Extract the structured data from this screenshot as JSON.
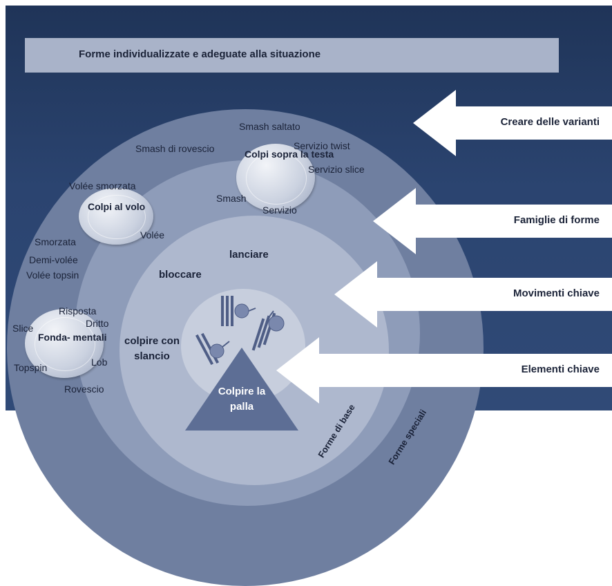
{
  "banner": {
    "text": "Forme individualizzate e adeguate alla situazione"
  },
  "arrows": [
    {
      "label": "Creare delle varianti"
    },
    {
      "label": "Famiglie di forme"
    },
    {
      "label": "Movimenti chiave"
    },
    {
      "label": "Elementi chiave"
    }
  ],
  "center": {
    "title": "Colpire la palla"
  },
  "inner_ring": {
    "lanciare": "lanciare",
    "bloccare": "bloccare",
    "colpire": "colpire con slancio"
  },
  "families": {
    "testa": {
      "title": "Colpi sopra la testa",
      "items": [
        "Smash saltato",
        "Smash di rovescio",
        "Servizio twist",
        "Servizio slice",
        "Smash",
        "Servizio"
      ]
    },
    "volo": {
      "title": "Colpi al volo",
      "items": [
        "Volée smorzata",
        "Volée",
        "Smorzata",
        "Demi-volée",
        "Volée topsin"
      ]
    },
    "fondamentali": {
      "title": "Fonda- mentali",
      "items": [
        "Risposta",
        "Dritto",
        "Slice",
        "Lob",
        "Topspin",
        "Rovescio"
      ]
    }
  },
  "bottom_labels": [
    "Forme di base",
    "Forme speciali"
  ],
  "colors": {
    "background": "#2b4470",
    "ring_outer": "#6f7fa0",
    "ring_middle": "#8e9cb9",
    "ring_inner": "#aeb8ce",
    "core": "#c7cedd",
    "triangle": "#5d6e95",
    "banner": "#a9b3c9",
    "arrow": "#ffffff"
  }
}
